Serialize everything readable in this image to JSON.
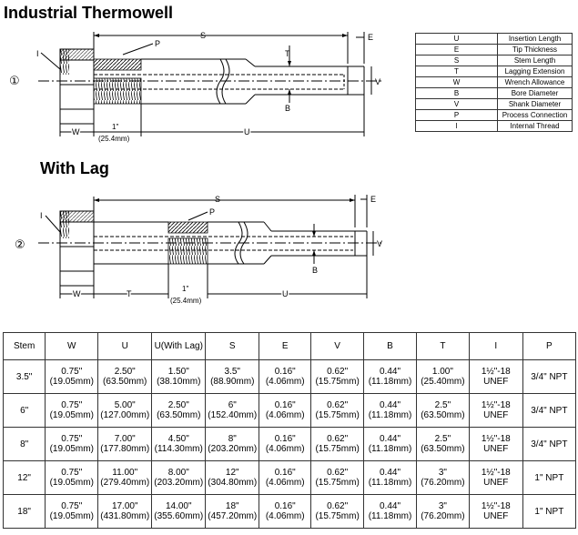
{
  "title": "Industrial Thermowell",
  "subtitle": "With Lag",
  "diagram1": {
    "number": "①",
    "labels": {
      "S": "S",
      "E": "E",
      "P": "P",
      "I": "I",
      "T": "T",
      "V": "V",
      "B": "B",
      "W": "W",
      "U": "U",
      "inch": "1\"",
      "mm": "(25.4mm)"
    }
  },
  "diagram2": {
    "number": "②",
    "labels": {
      "S": "S",
      "E": "E",
      "P": "P",
      "I": "I",
      "V": "V",
      "B": "B",
      "W": "W",
      "T": "T",
      "U": "U",
      "inch": "1\"",
      "mm": "(25.4mm)"
    }
  },
  "legend": [
    {
      "code": "U",
      "desc": "Insertion Length"
    },
    {
      "code": "E",
      "desc": "Tip Thickness"
    },
    {
      "code": "S",
      "desc": "Stem Length"
    },
    {
      "code": "T",
      "desc": "Lagging Extension"
    },
    {
      "code": "W",
      "desc": "Wrench Allowance"
    },
    {
      "code": "B",
      "desc": "Bore Diameter"
    },
    {
      "code": "V",
      "desc": "Shank Diameter"
    },
    {
      "code": "P",
      "desc": "Process Connection"
    },
    {
      "code": "I",
      "desc": "Internal Thread"
    }
  ],
  "table": {
    "headers": [
      "Stem",
      "W",
      "U",
      "U(With Lag)",
      "S",
      "E",
      "V",
      "B",
      "T",
      "I",
      "P"
    ],
    "rows": [
      {
        "stem": "3.5\"",
        "w": [
          "0.75\"",
          "(19.05mm)"
        ],
        "u": [
          "2.50\"",
          "(63.50mm)"
        ],
        "ul": [
          "1.50\"",
          "(38.10mm)"
        ],
        "s": [
          "3.5\"",
          "(88.90mm)"
        ],
        "e": [
          "0.16\"",
          "(4.06mm)"
        ],
        "v": [
          "0.62\"",
          "(15.75mm)"
        ],
        "b": [
          "0.44\"",
          "(11.18mm)"
        ],
        "t": [
          "1.00\"",
          "(25.40mm)"
        ],
        "i": "1½\"-18 UNEF",
        "p": "3/4\" NPT"
      },
      {
        "stem": "6\"",
        "w": [
          "0.75\"",
          "(19.05mm)"
        ],
        "u": [
          "5.00\"",
          "(127.00mm)"
        ],
        "ul": [
          "2.50\"",
          "(63.50mm)"
        ],
        "s": [
          "6\"",
          "(152.40mm)"
        ],
        "e": [
          "0.16\"",
          "(4.06mm)"
        ],
        "v": [
          "0.62\"",
          "(15.75mm)"
        ],
        "b": [
          "0.44\"",
          "(11.18mm)"
        ],
        "t": [
          "2.5\"",
          "(63.50mm)"
        ],
        "i": "1½\"-18 UNEF",
        "p": "3/4\" NPT"
      },
      {
        "stem": "8\"",
        "w": [
          "0.75\"",
          "(19.05mm)"
        ],
        "u": [
          "7.00\"",
          "(177.80mm)"
        ],
        "ul": [
          "4.50\"",
          "(114.30mm)"
        ],
        "s": [
          "8\"",
          "(203.20mm)"
        ],
        "e": [
          "0.16\"",
          "(4.06mm)"
        ],
        "v": [
          "0.62\"",
          "(15.75mm)"
        ],
        "b": [
          "0.44\"",
          "(11.18mm)"
        ],
        "t": [
          "2.5\"",
          "(63.50mm)"
        ],
        "i": "1½\"-18 UNEF",
        "p": "3/4\" NPT"
      },
      {
        "stem": "12\"",
        "w": [
          "0.75\"",
          "(19.05mm)"
        ],
        "u": [
          "11.00\"",
          "(279.40mm)"
        ],
        "ul": [
          "8.00\"",
          "(203.20mm)"
        ],
        "s": [
          "12\"",
          "(304.80mm)"
        ],
        "e": [
          "0.16\"",
          "(4.06mm)"
        ],
        "v": [
          "0.62\"",
          "(15.75mm)"
        ],
        "b": [
          "0.44\"",
          "(11.18mm)"
        ],
        "t": [
          "3\"",
          "(76.20mm)"
        ],
        "i": "1½\"-18 UNEF",
        "p": "1\" NPT"
      },
      {
        "stem": "18\"",
        "w": [
          "0.75\"",
          "(19.05mm)"
        ],
        "u": [
          "17.00\"",
          "(431.80mm)"
        ],
        "ul": [
          "14.00\"",
          "(355.60mm)"
        ],
        "s": [
          "18\"",
          "(457.20mm)"
        ],
        "e": [
          "0.16\"",
          "(4.06mm)"
        ],
        "v": [
          "0.62\"",
          "(15.75mm)"
        ],
        "b": [
          "0.44\"",
          "(11.18mm)"
        ],
        "t": [
          "3\"",
          "(76.20mm)"
        ],
        "i": "1½\"-18 UNEF",
        "p": "1\" NPT"
      }
    ]
  }
}
